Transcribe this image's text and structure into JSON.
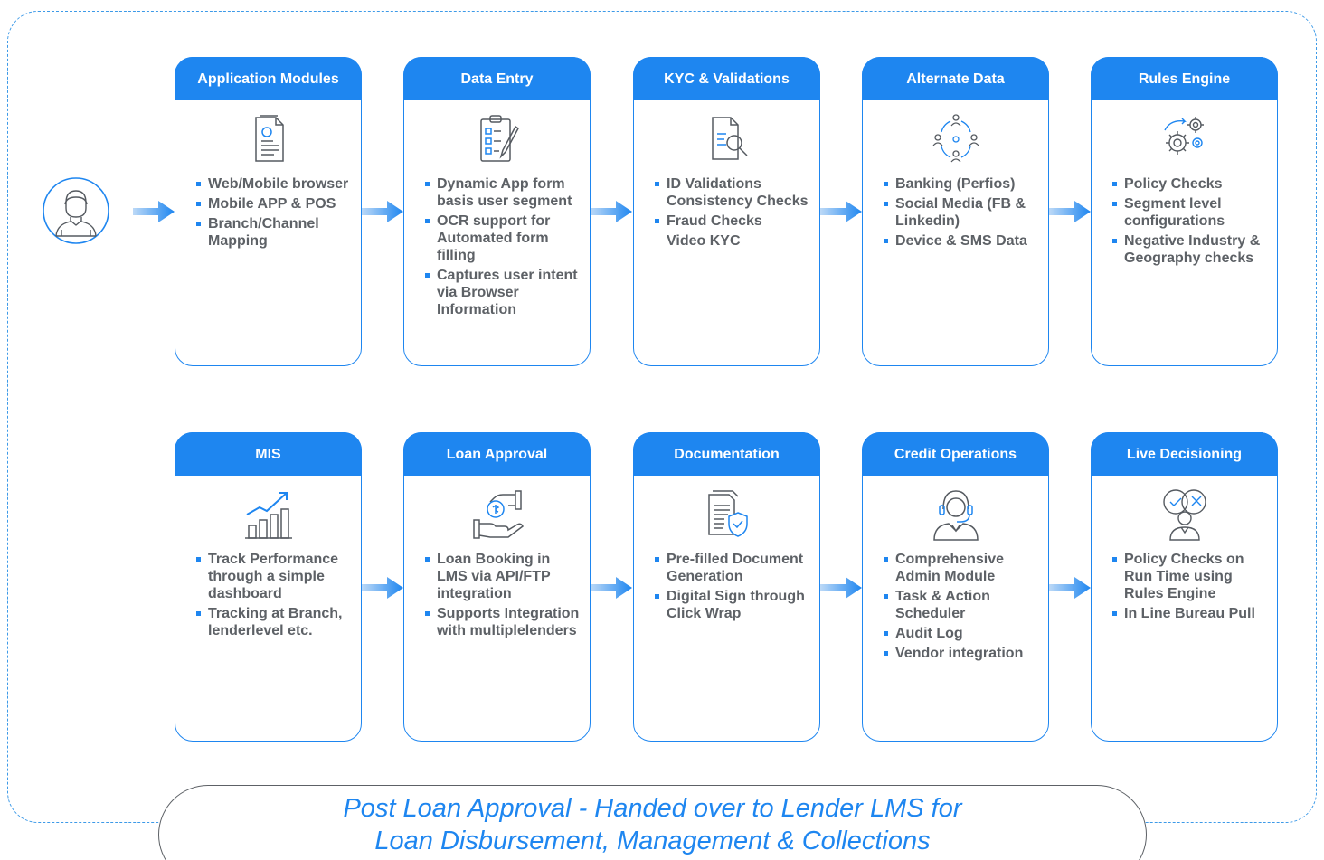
{
  "colors": {
    "accent": "#1e86f0",
    "text": "#5d6166",
    "border": "#1e86f0"
  },
  "cards": [
    {
      "title": "Application Modules",
      "icon": "application-form-icon",
      "bullets": [
        {
          "text": "Web/Mobile browser",
          "bullet": true
        },
        {
          "text": "Mobile APP & POS",
          "bullet": true
        },
        {
          "text": "Branch/Channel Mapping",
          "bullet": true
        }
      ]
    },
    {
      "title": "Data Entry",
      "icon": "clipboard-checklist-icon",
      "bullets": [
        {
          "text": "Dynamic App form basis user segment",
          "bullet": true
        },
        {
          "text": "OCR support for Automated form filling",
          "bullet": true
        },
        {
          "text": "Captures user intent via Browser Information",
          "bullet": true
        }
      ]
    },
    {
      "title": "KYC & Validations",
      "icon": "document-search-icon",
      "bullets": [
        {
          "text": "ID Validations Consistency Checks",
          "bullet": true
        },
        {
          "text": "Fraud Checks",
          "bullet": true
        },
        {
          "text": "Video KYC",
          "bullet": false
        }
      ]
    },
    {
      "title": "Alternate Data",
      "icon": "network-people-icon",
      "bullets": [
        {
          "text": "Banking (Perfios)",
          "bullet": true
        },
        {
          "text": "Social Media (FB & Linkedin)",
          "bullet": true
        },
        {
          "text": "Device & SMS Data",
          "bullet": true
        }
      ]
    },
    {
      "title": "Rules Engine",
      "icon": "gears-icon",
      "bullets": [
        {
          "text": "Policy Checks",
          "bullet": true
        },
        {
          "text": "Segment level configurations",
          "bullet": true
        },
        {
          "text": "Negative Industry & Geography checks",
          "bullet": true
        }
      ]
    },
    {
      "title": "MIS",
      "icon": "growth-chart-icon",
      "bullets": [
        {
          "text": "Track Performance through a simple dashboard",
          "bullet": true
        },
        {
          "text": "Tracking at Branch, lenderlevel etc.",
          "bullet": true
        }
      ]
    },
    {
      "title": "Loan Approval",
      "icon": "hands-money-icon",
      "bullets": [
        {
          "text": "Loan Booking in LMS via API/FTP integration",
          "bullet": true
        },
        {
          "text": "Supports Integration with multiplelenders",
          "bullet": true
        }
      ]
    },
    {
      "title": "Documentation",
      "icon": "document-shield-icon",
      "bullets": [
        {
          "text": "Pre-filled Document Generation",
          "bullet": true
        },
        {
          "text": "Digital Sign through Click Wrap",
          "bullet": true
        }
      ]
    },
    {
      "title": "Credit Operations",
      "icon": "headset-operator-icon",
      "bullets": [
        {
          "text": "Comprehensive Admin Module",
          "bullet": true
        },
        {
          "text": "Task & Action Scheduler",
          "bullet": true
        },
        {
          "text": "Audit Log",
          "bullet": true
        },
        {
          "text": "Vendor integration",
          "bullet": true
        }
      ]
    },
    {
      "title": "Live Decisioning",
      "icon": "decision-person-icon",
      "bullets": [
        {
          "text": "Policy Checks on Run Time using Rules Engine",
          "bullet": true
        },
        {
          "text": "In Line Bureau Pull",
          "bullet": true
        }
      ]
    }
  ],
  "footer": {
    "line1": "Post Loan Approval - Handed over to Lender LMS for",
    "line2": "Loan Disbursement, Management & Collections"
  }
}
